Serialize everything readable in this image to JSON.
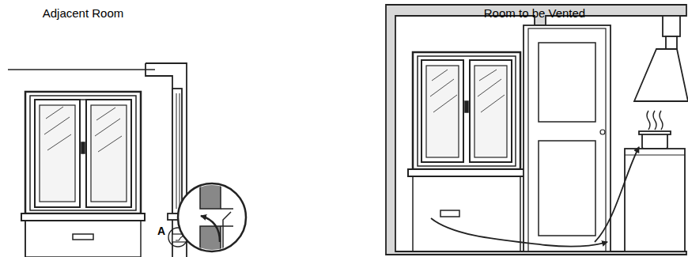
{
  "diagram": {
    "labels": [
      "Adjacent Room",
      "Room to be Vented",
      "A"
    ]
  }
}
